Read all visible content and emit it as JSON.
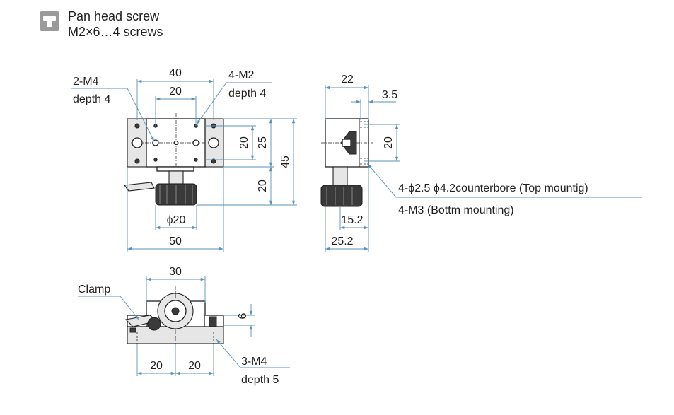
{
  "legend": {
    "icon": "pan-head-screw-icon",
    "line1": "Pan head screw",
    "line2": "M2×6…4 screws"
  },
  "top_view": {
    "dim_40": "40",
    "dim_20_top": "20",
    "dim_20_v": "20",
    "dim_25": "25",
    "dim_45": "45",
    "dim_20_lower": "20",
    "dim_phi20": "ϕ20",
    "dim_50": "50",
    "note_2m4_a": "2-M4",
    "note_2m4_b": "depth 4",
    "note_4m2_a": "4-M2",
    "note_4m2_b": "depth 4"
  },
  "side_view": {
    "dim_22": "22",
    "dim_3_5": "3.5",
    "dim_20": "20",
    "dim_15_2": "15.2",
    "dim_25_2": "25.2",
    "note_top": "4-ϕ2.5 ϕ4.2counterbore (Top mountig)",
    "note_bottom": "4-M3 (Bottm mounting)"
  },
  "front_view": {
    "dim_30": "30",
    "dim_6": "6",
    "dim_20_left": "20",
    "dim_20_right": "20",
    "clamp_label": "Clamp",
    "note_3m4_a": "3-M4",
    "note_3m4_b": "depth 5"
  },
  "colors": {
    "dimension_line": "#5a93b8",
    "outline": "#231f20",
    "icon_bg": "#9a9a9a"
  }
}
